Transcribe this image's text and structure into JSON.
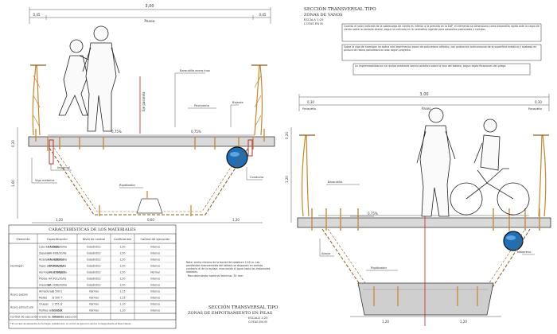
{
  "sheet": {
    "accent": "#8a5a1c",
    "steel_color": "#c8862b",
    "pipe_color": "#1f6fb8",
    "axis_color": "#cc2222"
  },
  "top_section": {
    "total_width": "3,00",
    "dim_left": "0,45",
    "dim_right": "0,45",
    "deck_label": "Paseo",
    "slope_left": "0,75%",
    "slope_right": "0,75%",
    "callout_railing": "Barandilla acero inox",
    "callout_deck": "Pavimento",
    "callout_pipe": "Conducto",
    "callout_drain": "Imbornal",
    "callout_beam": "Viga metalica",
    "callout_bottom": "Bajante",
    "callout_mid": "Rigidizador",
    "dim_bottom_left": "1,20",
    "dim_bottom_mid": "0,60",
    "dim_bottom_right": "1,20",
    "height_left": "0,20",
    "height_main": "1,00",
    "axis_label": "Eje pasarela"
  },
  "right_section": {
    "total_width": "3,00",
    "dim_left": "0,30",
    "dim_right": "0,30",
    "label_left": "Parapeto",
    "label_center": "Paseo",
    "label_right": "Parapeto",
    "slope": "0,75%",
    "dim_bottom_left": "1,20",
    "dim_bottom_right": "1,20",
    "callout_support": "Apoyo",
    "callout_plate": "Rigidizador",
    "callout_base": "Neopreno",
    "callout_top": "Barandilla",
    "height_left": "0,20",
    "height_main": "1,20"
  },
  "title_spans": {
    "line1": "SECCIÓN TRANSVERSAL TIPO",
    "line2": "ZONAS DE VANOS",
    "line3": "ESCALA 1:25",
    "line4": "COTAS EN M"
  },
  "title_supports": {
    "line1": "SECCIÓN TRANSVERSAL TIPO",
    "line2": "ZONAS DE EMPOTRAMIENTO EN PILAS",
    "line3": "ESCALA 1:25",
    "line4": "COTAS EN M"
  },
  "notes": [
    "Cuando el valor indicado de la sobrecarga de viento es inferior a la prevista en la EAP, el elemento se dimensiona como barandilla rigida ante la carga de viento sobre la pantalla lateral, segun lo indicado en la normativa vigente para pasarelas peatonales y ciclistas.",
    "Sobre la viga de hormigon se aplica una imprimacion epoxi de poliuretano alifatico, con proteccion anticorrosiva de la superficie metalica y acabado en pintura de resina poliuretanica color segun proyecto.",
    "La impermeabilizacion se realiza mediante lamina asfaltica sobre la losa del tablero, segun especificaciones del pliego."
  ],
  "note_bottom": "Nota: ancho minimo de la banda de rodadura 2,40 m. Las pendientes transversales del tablero se disponen en sentido contrario al de la esviaje, evacuando el agua hacia los imbornales laterales.",
  "table": {
    "title": "CARACTERÍSTICAS DE LOS MATERIALES",
    "headers": [
      "Elemento",
      "Especificación",
      "Nivel de control",
      "Coeficientes",
      "Control de ejecución"
    ],
    "groups": [
      {
        "name": "Hormigón",
        "rows": [
          [
            "Losa del tablero",
            "HA-30/B/20/IIIa",
            "Estadístico",
            "1,50",
            "Intenso"
          ],
          [
            "Zapatas",
            "HA-30/B/20/IIa",
            "Estadístico",
            "1,50",
            "Intenso"
          ],
          [
            "Alzados de estribos",
            "HA-30/B/20/IIIa",
            "Estadístico",
            "1,50",
            "Intenso"
          ],
          [
            "Vigas prefabricadas",
            "HP-45/B/15/IIa",
            "Estadístico",
            "1,50",
            "Intenso"
          ],
          [
            "Hormigón de limpieza",
            "HL-150/B/20",
            "Estadístico",
            "1,50",
            "Normal"
          ],
          [
            "Pilotes",
            "HA-30/L/20/IIa",
            "Estadístico",
            "1,50",
            "Intenso"
          ],
          [
            "Impostas",
            "HA-30/B/20/IIIa",
            "Estadístico",
            "1,50",
            "Intenso"
          ]
        ]
      },
      {
        "name": "Acero pasivo",
        "rows": [
          [
            "Armaduras",
            "B 500 S",
            "Normal",
            "1,15",
            "Intenso"
          ],
          [
            "Mallas",
            "B 500 T",
            "Normal",
            "1,15",
            "Intenso"
          ]
        ]
      },
      {
        "name": "Acero estructural",
        "rows": [
          [
            "Chapas",
            "S 355 J2",
            "Normal",
            "1,10",
            "Intenso"
          ],
          [
            "Perfiles laminados",
            "S 275 JR",
            "Normal",
            "1,10",
            "Intenso"
          ]
        ]
      },
      {
        "name": "Control de ejecución",
        "rows": [
          [
            "Grado de control de ejecución",
            "Intenso",
            "",
            "",
            ""
          ]
        ]
      }
    ],
    "footer": "* En el caso de elementos de hormigón prefabricado, el control de ejecución será el correspondiente al Nivel Intenso."
  },
  "red_note": "Recubrimiento nominal mínimo: 35 mm"
}
